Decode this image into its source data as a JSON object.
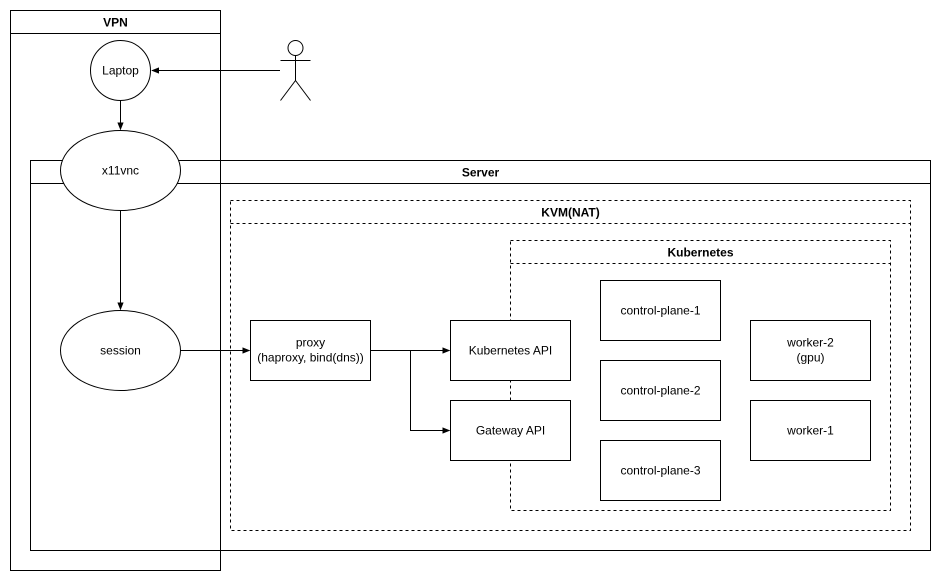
{
  "containers": {
    "vpn": "VPN",
    "server": "Server",
    "kvm": "KVM(NAT)",
    "kubernetes": "Kubernetes"
  },
  "nodes": {
    "laptop": "Laptop",
    "x11vnc": "x11vnc",
    "session": "session",
    "proxy_line1": "proxy",
    "proxy_line2": "(haproxy, bind(dns))",
    "kubernetes_api": "Kubernetes API",
    "gateway_api": "Gateway API",
    "control_plane_1": "control-plane-1",
    "control_plane_2": "control-plane-2",
    "control_plane_3": "control-plane-3",
    "worker_2_line1": "worker-2",
    "worker_2_line2": "(gpu)",
    "worker_1": "worker-1"
  },
  "icons": {
    "actor": "user-actor-icon"
  }
}
